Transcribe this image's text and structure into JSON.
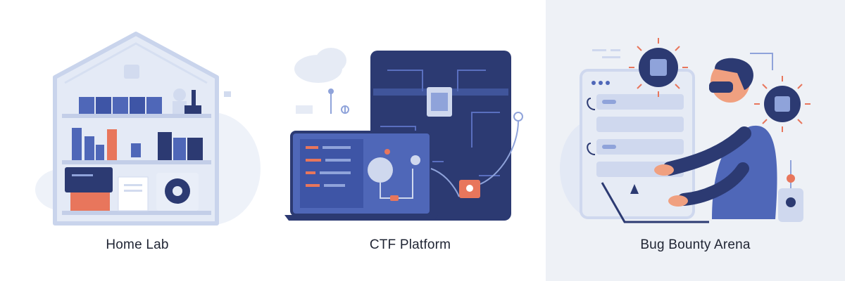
{
  "cards": [
    {
      "title": "Home Lab",
      "illustration": "house-rack-illustration"
    },
    {
      "title": "CTF Platform",
      "illustration": "laptop-circuit-illustration"
    },
    {
      "title": "Bug Bounty Arena",
      "illustration": "hacker-servers-virus-illustration"
    }
  ],
  "colors": {
    "navy": "#2c3a72",
    "blue": "#4f67b8",
    "light_blue": "#cfd8ee",
    "pale_blue": "#e3e9f5",
    "coral": "#e8765c",
    "panel3_bg": "#eef1f6"
  }
}
